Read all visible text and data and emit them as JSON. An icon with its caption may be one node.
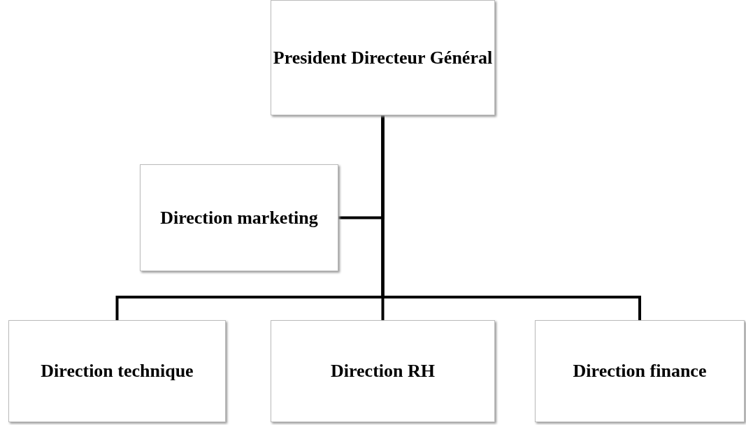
{
  "diagram": {
    "nodes": [
      {
        "text": [
          "President Directeur Général"
        ]
      },
      {
        "text": [
          "Direction marketing"
        ]
      },
      {
        "text": [
          "Direction technique"
        ]
      },
      {
        "text": [
          "Direction RH"
        ]
      },
      {
        "text": [
          "Direction finance"
        ]
      }
    ],
    "edges": [
      {
        "from": 0,
        "to": 1,
        "arrow": "none"
      },
      {
        "from": 0,
        "to": 2,
        "arrow": "none"
      },
      {
        "from": 0,
        "to": 3,
        "arrow": "none"
      },
      {
        "from": 0,
        "to": 4,
        "arrow": "none"
      }
    ]
  }
}
